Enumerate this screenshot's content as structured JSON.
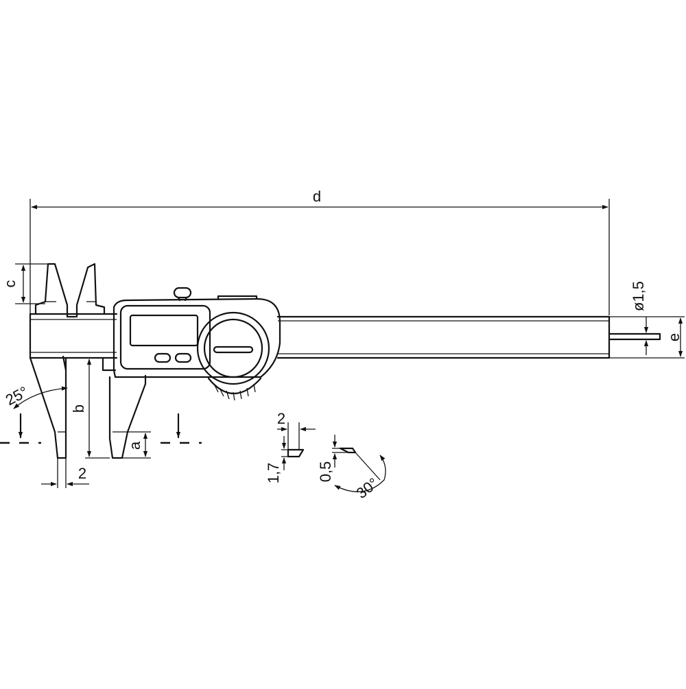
{
  "dimensions": {
    "overall_length": "d",
    "outside_jaw_depth": "b",
    "inside_jaw_depth": "c",
    "depth_rod_diameter": "ø1,5",
    "beam_height": "e",
    "jaw_tip_height": "a",
    "jaw_tip_width": "2",
    "jaw_angle": "25°",
    "detail_width": "2",
    "detail_height": "1,7",
    "detail_step": "0,5",
    "detail_angle": "30°"
  }
}
